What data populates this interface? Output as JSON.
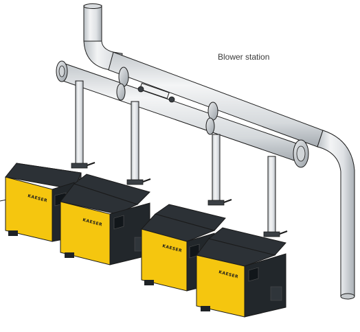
{
  "diagram": {
    "label": "Blower station",
    "units": [
      {
        "brand": "KAESER"
      },
      {
        "brand": "KAESER"
      },
      {
        "brand": "KAESER"
      },
      {
        "brand": "KAESER"
      }
    ]
  },
  "colors": {
    "yellow": "#f5c60f",
    "yellow_shade": "#c99f06",
    "housing": "#2c3136",
    "housing_dark": "#1e2226",
    "pipe": "#e3e6e8",
    "pipe_shade": "#b6bcc1",
    "outline": "#1a1a1a"
  }
}
